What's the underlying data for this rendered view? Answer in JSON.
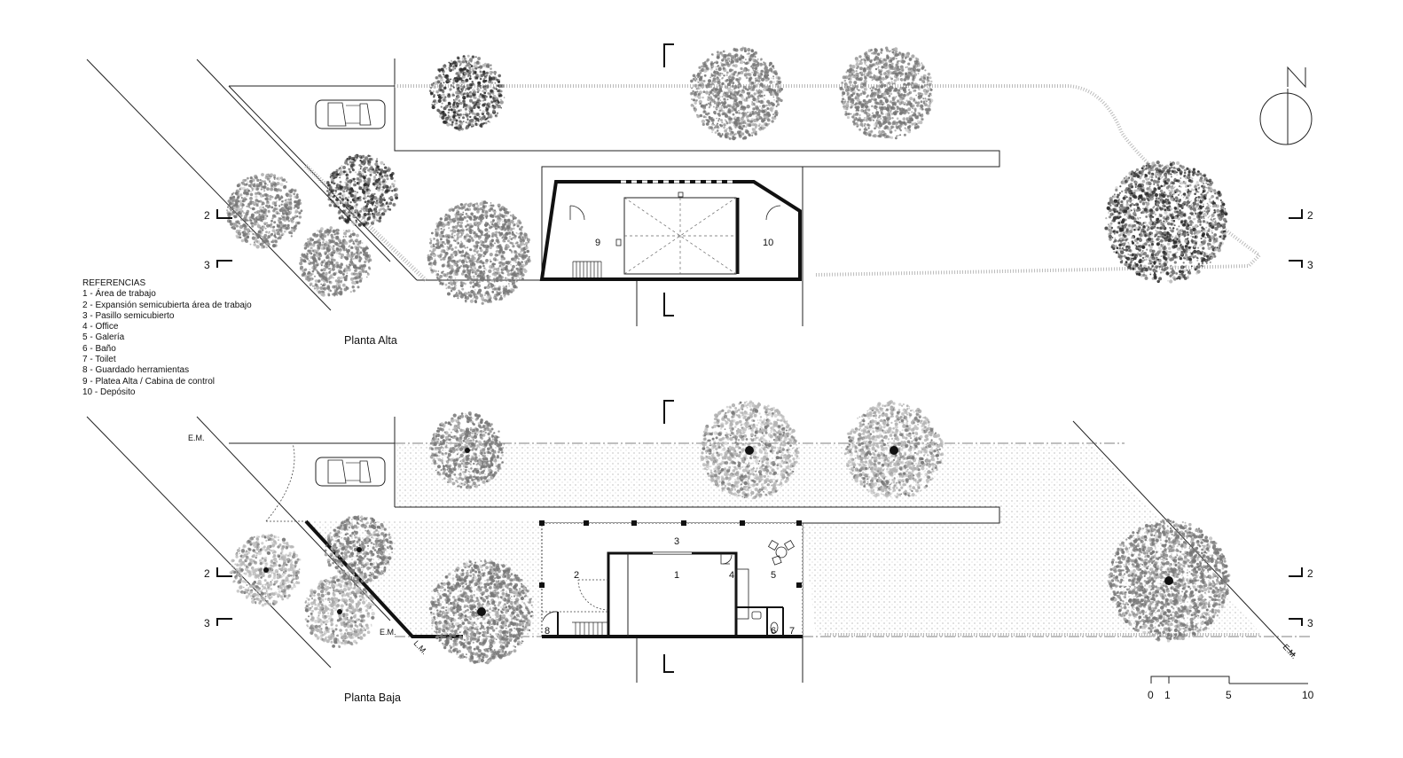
{
  "legend": {
    "title": "REFERENCIAS",
    "items": [
      "1 - Área de trabajo",
      "2 - Expansión semicubierta área de trabajo",
      "3 - Pasillo semicubierto",
      "4 - Office",
      "5 - Galería",
      "6 - Baño",
      "7 - Toilet",
      "8 - Guardado herramientas",
      "9 - Platea Alta / Cabina de control",
      "10 - Depósito"
    ]
  },
  "plans": {
    "upper": {
      "title": "Planta Alta",
      "rooms": {
        "r9": "9",
        "r10": "10"
      }
    },
    "ground": {
      "title": "Planta Baja",
      "rooms": {
        "r1": "1",
        "r2": "2",
        "r3": "3",
        "r4": "4",
        "r5": "5",
        "r6": "6",
        "r7": "7",
        "r8": "8"
      },
      "marks": {
        "em": "E.M.",
        "lm": "L.M."
      }
    }
  },
  "sections": {
    "s2": "2",
    "s3": "3"
  },
  "scale_bar": {
    "ticks": [
      "0",
      "1",
      "5",
      "10"
    ]
  },
  "colors": {
    "ink": "#111111",
    "tree_dark": "#2b2b2b",
    "tree_mid": "#777777",
    "tree_light": "#b5b5b5",
    "hatch": "#c8c8c8"
  },
  "icons": {
    "north": "north-arrow-icon",
    "car": "car-icon",
    "tree": "tree-icon",
    "table": "table-chairs-icon"
  }
}
